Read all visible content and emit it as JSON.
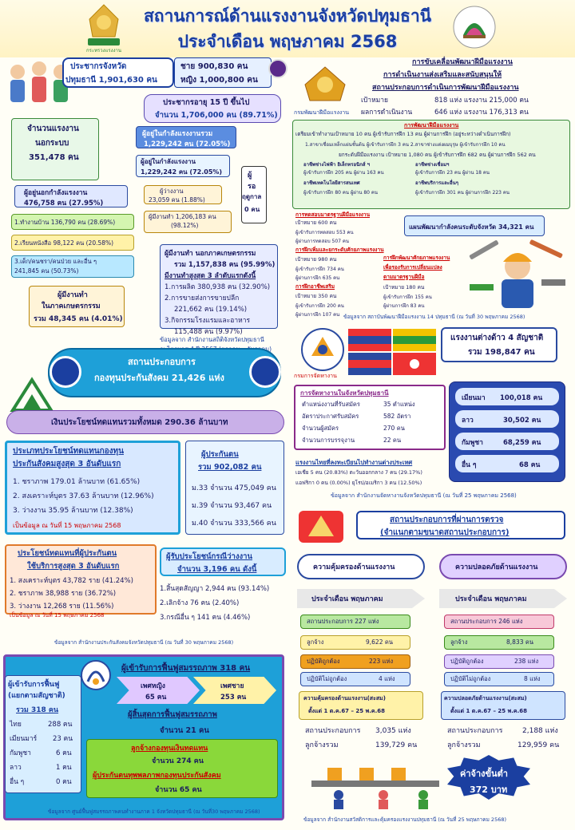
{
  "header": {
    "title1": "สถานการณ์ด้านแรงงานจังหวัดปทุมธานี",
    "title2": "ประจำเดือน พฤษภาคม 2568",
    "logo_left_text": "กระทรวงแรงงาน"
  },
  "population": {
    "label1": "ประชากรจังหวัด",
    "label2": "ปทุมธานี 1,901,630 คน",
    "male": "ชาย 900,830 คน",
    "female": "หญิง 1,000,800 คน",
    "age15_1": "ประชากรอายุ 15 ปี ขึ้นไป",
    "age15_2": "จำนวน 1,706,000 คน (89.71%)",
    "workforce_1": "ผู้อยู่ในกำลังแรงงานรวม",
    "workforce_2": "1,229,242 คน (72.05%)",
    "outside_1": "จำนวนแรงงาน",
    "outside_2": "นอกระบบ",
    "outside_3": "351,478 คน",
    "current_1": "ผู้อยู่ในกำลังแรงงาน",
    "current_2": "1,229,242 คน (72.05%)",
    "notin_1": "ผู้อยู่นอกกำลังแรงงาน",
    "notin_2": "476,758 คน (27.95%)",
    "wait_1": "ผู้",
    "wait_2": "รอ",
    "wait_3": "ฤดูกาล",
    "wait_4": "0 คน",
    "unemp_1": "ผู้ว่างงาน",
    "unemp_2": "23,059 คน (1.88%)",
    "emp_1": "ผู้มีงานทำ 1,206,183 คน",
    "emp_2": "(98.12%)",
    "housework": "1.ทำงานบ้าน 136,790 คน (28.69%)",
    "study": "2.เรียนหนังสือ 98,122 คน (20.58%)",
    "other_1": "3.เด็ก/คนชรา/คนป่วย และอื่น ๆ",
    "other_2": "241,845 คน (50.73%)",
    "agri_1": "ผู้มีงานทำ",
    "agri_2": "ในภาคเกษตรกรรม",
    "agri_3": "รวม 48,345 คน (4.01%)",
    "nonagri_1": "ผู้มีงานทำ นอกภาคเกษตรกรรม",
    "nonagri_2": "รวม 1,157,838 คน (95.99%)",
    "nonagri_3": "มีงานทำสูงสุด 3 ลำดับแรกดังนี้",
    "n1": "1.การผลิต 380,938 คน (32.90%)",
    "n2": "2.การขายส่งการขายปลีก",
    "n3": "221,662 คน (19.14%)",
    "n4": "3.กิจกรรมโรงแรมและอาหาร",
    "n5": "115,488 คน (9.97%)",
    "source1": "ข้อมูลจาก สำนักงานสถิติจังหวัดปทุมธานี",
    "source2": "ณ ไตรมาส 4 ปี 2567 (ตุลาคม – ธันวาคม)"
  },
  "skill": {
    "h1": "การขับเคลื่อนพัฒนาฝีมือแรงงาน",
    "h2": "การดำเนินงานส่งเสริมและสนับสนุนให้",
    "h3": "สถานประกอบการดำเนินการพัฒนาฝีมือแรงงาน",
    "target": "เป้าหมาย",
    "target_v": "818 แห่ง แรงงาน 215,000 คน",
    "result": "ผลการดำเนินงาน",
    "result_v": "646 แห่ง แรงงาน 176,313 คน",
    "dept": "กรมพัฒนาฝีมือแรงงาน",
    "g_title": "การพัฒนาฝีมือแรงงาน",
    "g1": "เตรียมเข้าทำงานเป้าหมาย 10 คน ผู้เข้ารับการฝึก 13 คน ผู้ผ่านการฝึก (อยู่ระหว่างดำเนินการฝึก)",
    "g2": "1.สาขาเชื่อมเหล็กแผ่นชั้นต้น ผู้เข้ารับการฝึก 3 คน 2.สาขาช่างแต่งผมบุรุษ ผู้เข้ารับการฝึก 10 คน",
    "g3": "ยกระดับฝีมือแรงงาน เป้าหมาย 1,080 คน ผู้เข้ารับการฝึก 682 คน ผู้ผ่านการฝึก 562 คน",
    "g4": "อาชีพช่างไฟฟ้า อิเล็กทรอนิกส์ ฯ",
    "g5": "ผู้เข้ารับการฝึก 205 คน ผู้ผ่าน 163 คน",
    "g6": "อาชีพช่างเชื่อมฯ",
    "g7": "ผู้เข้ารับการฝึก 23 คน ผู้ผ่าน 18 คน",
    "g8": "อาชีพเทคโนโลยีสารสนเทศ",
    "g9": "ผู้เข้ารับการฝึก 80 คน ผู้ผ่าน 80 คน",
    "g10": "อาชีพบริการและอื่นๆ",
    "g11": "ผู้เข้ารับการฝึก 301 คน ผู้ผ่านการฝึก 223 คน",
    "std_title": "การทดสอบมาตรฐานฝีมือแรงงาน",
    "std1": "เป้าหมาย 600 คน",
    "std2": "ผู้เข้ารับการทดสอบ 553 คน",
    "std3": "ผู้ผ่านการทดสอบ 507 คน",
    "plan": "แผนพัฒนากำลังคนระดับจังหวัด 34,321 คน",
    "upskill_title": "การฝึกเพิ่มและยกระดับศักยภาพแรงงาน",
    "up1": "เป้าหมาย 980 คน",
    "up2": "ผู้เข้ารับการฝึก 734 คน",
    "up3": "ผู้ผ่านการฝึก 635 คน",
    "prom_title": "การฝึกอาชีพเสริม",
    "pr1": "เป้าหมาย 350 คน",
    "pr2": "ผู้เข้ารับการฝึก 200 คน",
    "pr3": "ผู้ผ่านการฝึก 107 คน",
    "ext_title1": "การฝึกพัฒนาศักยภาพแรงงาน",
    "ext_title2": "เพื่อรองรับการเปลี่ยนแปลง",
    "ext_title3": "ตามมาตรฐานฝีมือ",
    "ex1": "เป้าหมาย 180 คน",
    "ex2": "ผู้เข้ารับการฝึก 155 คน",
    "ex3": "ผู้ผ่านการฝึก 83 คน",
    "source": "ข้อมูลจาก สถาบันพัฒนาฝีมือแรงงาน 14 ปทุมธานี (ณ วันที่ 30 พฤษภาคม 2568)"
  },
  "foreign": {
    "title1": "แรงงานต่างด้าว 4 สัญชาติ",
    "title2": "รวม 198,847 คน",
    "list": [
      {
        "name": "เมียนมา",
        "value": "100,018 คน"
      },
      {
        "name": "ลาว",
        "value": "30,502 คน"
      },
      {
        "name": "กัมพูชา",
        "value": "68,259 คน"
      },
      {
        "name": "อื่น ๆ",
        "value": "68 คน"
      }
    ],
    "dept": "กรมการจัดหางาน",
    "emp_title": "การจัดหางานในจังหวัดปทุมธานี",
    "e1k": "ตำแหน่งงานที่รับสมัคร",
    "e1v": "35 ตำแหน่ง",
    "e2k": "อัตราประกาศรับสมัคร",
    "e2v": "582 อัตรา",
    "e3k": "จำนวนผู้สมัคร",
    "e3v": "270 คน",
    "e4k": "จำนวนการบรรจุงาน",
    "e4v": "22 คน",
    "abroad_title": "แรงงานไทยที่ลงทะเบียนไปทำงานต่างประเทศ",
    "ab1": "เอเชีย 5 คน (20.83%) ตะวันออกกลาง 7 คน (29.17%)",
    "ab2": "แอฟริกา 0 คน (0.00%) ยุโรป/อเมริกา 3 คน (12.50%)",
    "source": "ข้อมูลจาก สำนักงานจัดหางานจังหวัดปทุมธานี (ณ วันที่ 25 พฤษภาคม 2568)"
  },
  "sso": {
    "title1": "สถานประกอบการ",
    "title2": "กองทุนประกันสังคม 21,426 แห่ง",
    "bar": "เงินประโยชน์ทดแทนรวมทั้งหมด 290.36 ล้านบาท",
    "top_title1": "ประเภทประโยชน์ทดแทนกองทุน",
    "top_title2": "ประกันสังคมสูงสุด 3 อันดับแรก",
    "top1": "1. ชราภาพ 179.01 ล้านบาท (61.65%)",
    "top2": "2. สงเคราะห์บุตร 37.63 ล้านบาท (12.96%)",
    "top3": "3. ว่างงาน 35.95 ล้านบาท (12.38%)",
    "top_src": "เป็นข้อมูล ณ วันที่ 15 พฤษภาคม 2568",
    "ins_title1": "ผู้ประกันตน",
    "ins_title2": "รวม 902,082 คน",
    "ins1": "ม.33 จำนวน 475,049 คน",
    "ins2": "ม.39 จำนวน  93,467 คน",
    "ins3": "ม.40 จำนวน 333,566 คน",
    "ben_title1": "ประโยชน์ทดแทนที่ผู้ประกันตน",
    "ben_title2": "ใช้บริการสูงสุด 3 อันดับแรก",
    "ben1": "1. สงเคราะห์บุตร  43,782 ราย (41.24%)",
    "ben2": "2. ชราภาพ  38,988 ราย (36.72%)",
    "ben3": "3. ว่างงาน  12,268 ราย (11.56%)",
    "ben_src": "เป็นข้อมูล ณ วันที่ 15 พฤษภาคม 2568",
    "unemp_title1": "ผู้รับประโยชน์กรณีว่างงาน",
    "unemp_title2": "จำนวน 3,196 คน ดังนี้",
    "u1": "1.สิ้นสุดสัญญา    2,944 คน (93.14%)",
    "u2": "2.เลิกจ้าง           76 คน (2.40%)",
    "u3": "3.กรณีอื่น ๆ        141 คน (4.46%)",
    "source": "ข้อมูลจาก สำนักงานประกันสังคมจังหวัดปทุมธานี (ณ วันที่ 30 พฤษภาคม 2568)"
  },
  "rehab": {
    "title": "ผู้เข้ารับการฟื้นฟูสมรรถภาพ 318 คน",
    "female": "เพศหญิง",
    "female_v": "65 คน",
    "male": "เพศชาย",
    "male_v": "253 คน",
    "left1": "ผู้เข้ารับการฟื้นฟู",
    "left2": "(แยกตามสัญชาติ)",
    "left3": "รวม 318 คน",
    "nat": [
      {
        "name": "ไทย",
        "value": "288 คน"
      },
      {
        "name": "เมียนมาร์",
        "value": "23 คน"
      },
      {
        "name": "กัมพูชา",
        "value": "6 คน"
      },
      {
        "name": "ลาว",
        "value": "1 คน"
      },
      {
        "name": "อื่น ๆ",
        "value": "0 คน"
      }
    ],
    "end_title": "ผู้สิ้นสุดการฟื้นฟูสมรรถภาพ",
    "end_v": "จำนวน 21 คน",
    "b1": "ลูกจ้างกองทุนเงินทดแทน",
    "b2": "จำนวน 274 คน",
    "b3": "ผู้ประกันตนทุพพลภาพกองทุนประกันสังคม",
    "b4": "จำนวน 65 คน",
    "source": "ข้อมูลจาก ศูนย์ฟื้นฟูสมรรถภาพคนทำงานภาค 1 จังหวัดปทุมธานี (ณ วันที่30 พฤษภาคม 2568)"
  },
  "labor": {
    "title1": "สถานประกอบการที่ผ่านการตรวจ",
    "title2": "(จำแนกตามขนาดสถานประกอบการ)",
    "left_h": "ความคุ้มครองด้านแรงงาน",
    "right_h": "ความปลอดภัยด้านแรงงาน",
    "month": "ประจำเดือน พฤษภาคม",
    "l_est": "สถานประกอบการ  227 แห่ง",
    "l_emp_k": "ลูกจ้าง",
    "l_emp_v": "9,622  คน",
    "l_ok_k": "ปฏิบัติถูกต้อง",
    "l_ok_v": "223 แห่ง",
    "l_no_k": "ปฏิบัติไม่ถูกต้อง",
    "l_no_v": "4 แห่ง",
    "r_est": "สถานประกอบการ  246 แห่ง",
    "r_emp_k": "ลูกจ้าง",
    "r_emp_v": "8,833  คน",
    "r_ok_k": "ปฏิบัติถูกต้อง",
    "r_ok_v": "238 แห่ง",
    "r_no_k": "ปฏิบัติไม่ถูกต้อง",
    "r_no_v": "8 แห่ง",
    "l_cum1": "ความคุ้มครองด้านแรงงาน(สะสม)",
    "l_cum2": "ตั้งแต่ 1 ต.ค.67 – 25 พ.ค.68",
    "r_cum1": "ความปลอดภัยด้านแรงงาน(สะสม)",
    "r_cum2": "ตั้งแต่ 1 ต.ค.67 – 25 พ.ค.68",
    "l_tot1k": "สถานประกอบการ",
    "l_tot1v": "3,035 แห่ง",
    "l_tot2k": "ลูกจ้างรวม",
    "l_tot2v": "139,729 คน",
    "r_tot1k": "สถานประกอบการ",
    "r_tot1v": "2,188 แห่ง",
    "r_tot2k": "ลูกจ้างรวม",
    "r_tot2v": "129,959 คน",
    "wage1": "ค่าจ้างขั้นต่ำ",
    "wage2": "372 บาท",
    "source": "ข้อมูลจาก สำนักงานสวัสดิการและคุ้มครองแรงงานปทุมธานี (ณ วันที่ 25 พฤษภาคม 2568)"
  }
}
